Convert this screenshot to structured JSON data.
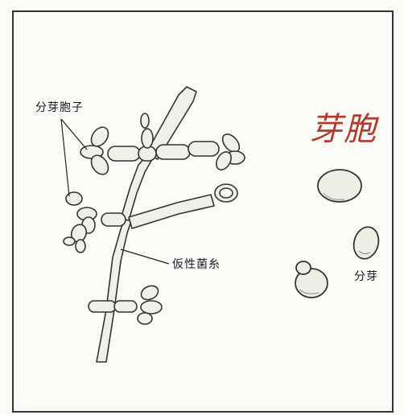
{
  "labels": {
    "blastospore": "分芽胞子",
    "pseudohyphae": "仮性菌糸",
    "budding": "分芽",
    "handwritten_note": "芽胞"
  }
}
